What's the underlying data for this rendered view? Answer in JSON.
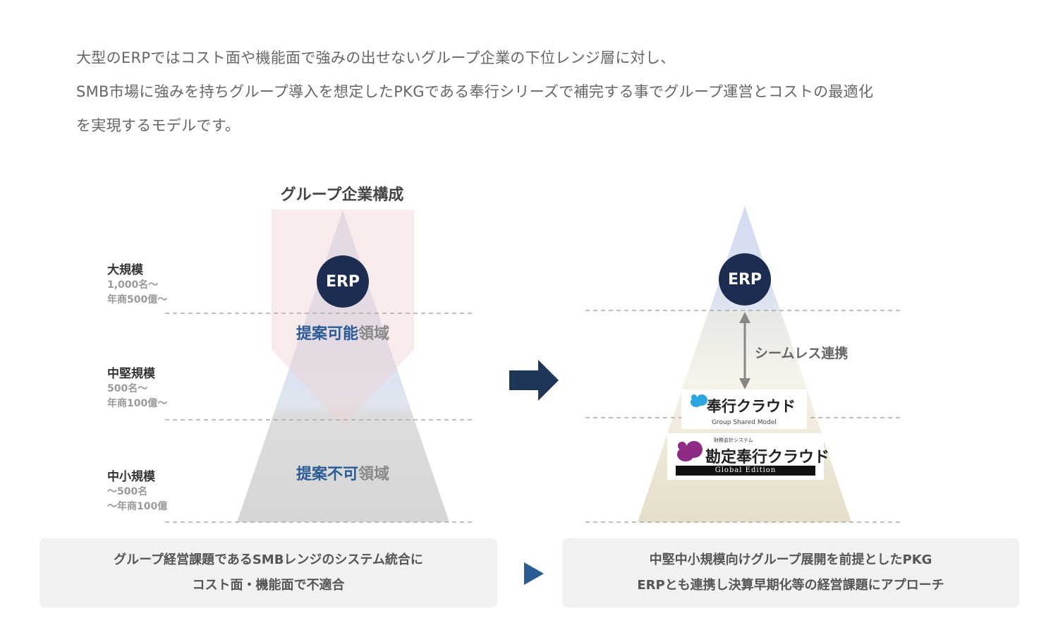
{
  "intro": {
    "line1": "大型のERPではコスト面や機能面で強みの出せないグループ企業の下位レンジ層に対し、",
    "line2": "SMB市場に強みを持ちグループ導入を想定したPKGである奉行シリーズで補完する事でグループ運営とコストの最適化",
    "line3": "を実現するモデルです。"
  },
  "left": {
    "title": "グループ企業構成",
    "erp": "ERP",
    "proposal_possible": {
      "blue": "提案可能",
      "gray": "領域"
    },
    "proposal_impossible": {
      "blue": "提案不可",
      "gray": "領域"
    },
    "tiers": [
      {
        "name": "大規模",
        "line1": "1,000名〜",
        "line2": "年商500億〜"
      },
      {
        "name": "中堅規模",
        "line1": "500名〜",
        "line2": "年商100億〜"
      },
      {
        "name": "中小規模",
        "line1": "〜500名",
        "line2": "〜年商100億"
      }
    ]
  },
  "right": {
    "erp": "ERP",
    "seamless": "シームレス連携",
    "logo1": {
      "name": "奉行クラウド",
      "sub": "Group Shared Model"
    },
    "logo2": {
      "small": "財務会計システム",
      "name": "勘定奉行クラウド",
      "edition": "Global Edition"
    }
  },
  "captions": {
    "left": {
      "line1": "グループ経営課題であるSMBレンジのシステム統合に",
      "line2": "コスト面・機能面で不適合"
    },
    "right": {
      "line1": "中堅中小規模向けグループ展開を前提としたPKG",
      "line2": "ERPとも連携し決算早期化等の経営課題にアプローチ"
    }
  },
  "colors": {
    "navy": "#1d2d52",
    "blue_text": "#2a5b95",
    "pink": "#f4dcdc",
    "arrow": "#1f3658"
  }
}
